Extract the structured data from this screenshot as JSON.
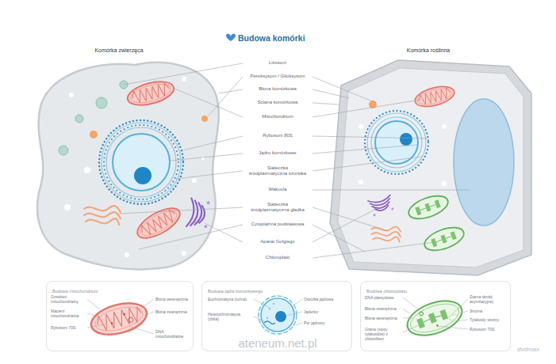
{
  "diagram": {
    "title": "Budowa komórki",
    "nodes": [
      {
        "text": [
          "Budowa mitochondrium"
        ]
      },
      {
        "text": [
          "Budowa jądra komórkowego"
        ]
      },
      {
        "text": [
          "Budowa chloroplastu"
        ]
      }
    ],
    "labels": [
      "Komórka zwierzęca",
      "Komórka roślinna",
      "Lizosom",
      "Peroksysom / Glioksysom",
      "Błona komórkowa",
      "Ściana komórkowa",
      "Mitochondrium",
      "Rybosom 80S",
      "Jądro komórkowe",
      "Siateczka śródplazmatyczna szorstka",
      "Wakuola",
      "Siateczka śródplazmatyczna gładka",
      "Cytoplazma podstawowa",
      "Aparat Golgiego",
      "Chloroplast",
      "Grzebień mitochondrialny",
      "Macierz mitochondrialna",
      "Rybosom 70S",
      "Błona wewnętrzna",
      "Błona zewnętrzna",
      "DNA mitochondrialne",
      "Euchromatyna (luźna)",
      "Heterochromatyna (zbita)",
      "Otoczka jądrowa",
      "Jąderko",
      "Por jądrowy",
      "DNA plastydowe",
      "Błona zewnętrzna",
      "Błona wewnętrzna",
      "Grana (stosy tylakoidów) z chlorofilem",
      "Ziarna skrobi asymilacyjnej",
      "Stroma",
      "Tylakoidy stromy",
      "Rybosom 70S",
      "ateneum.net.pl",
      "dvdmax"
    ]
  }
}
